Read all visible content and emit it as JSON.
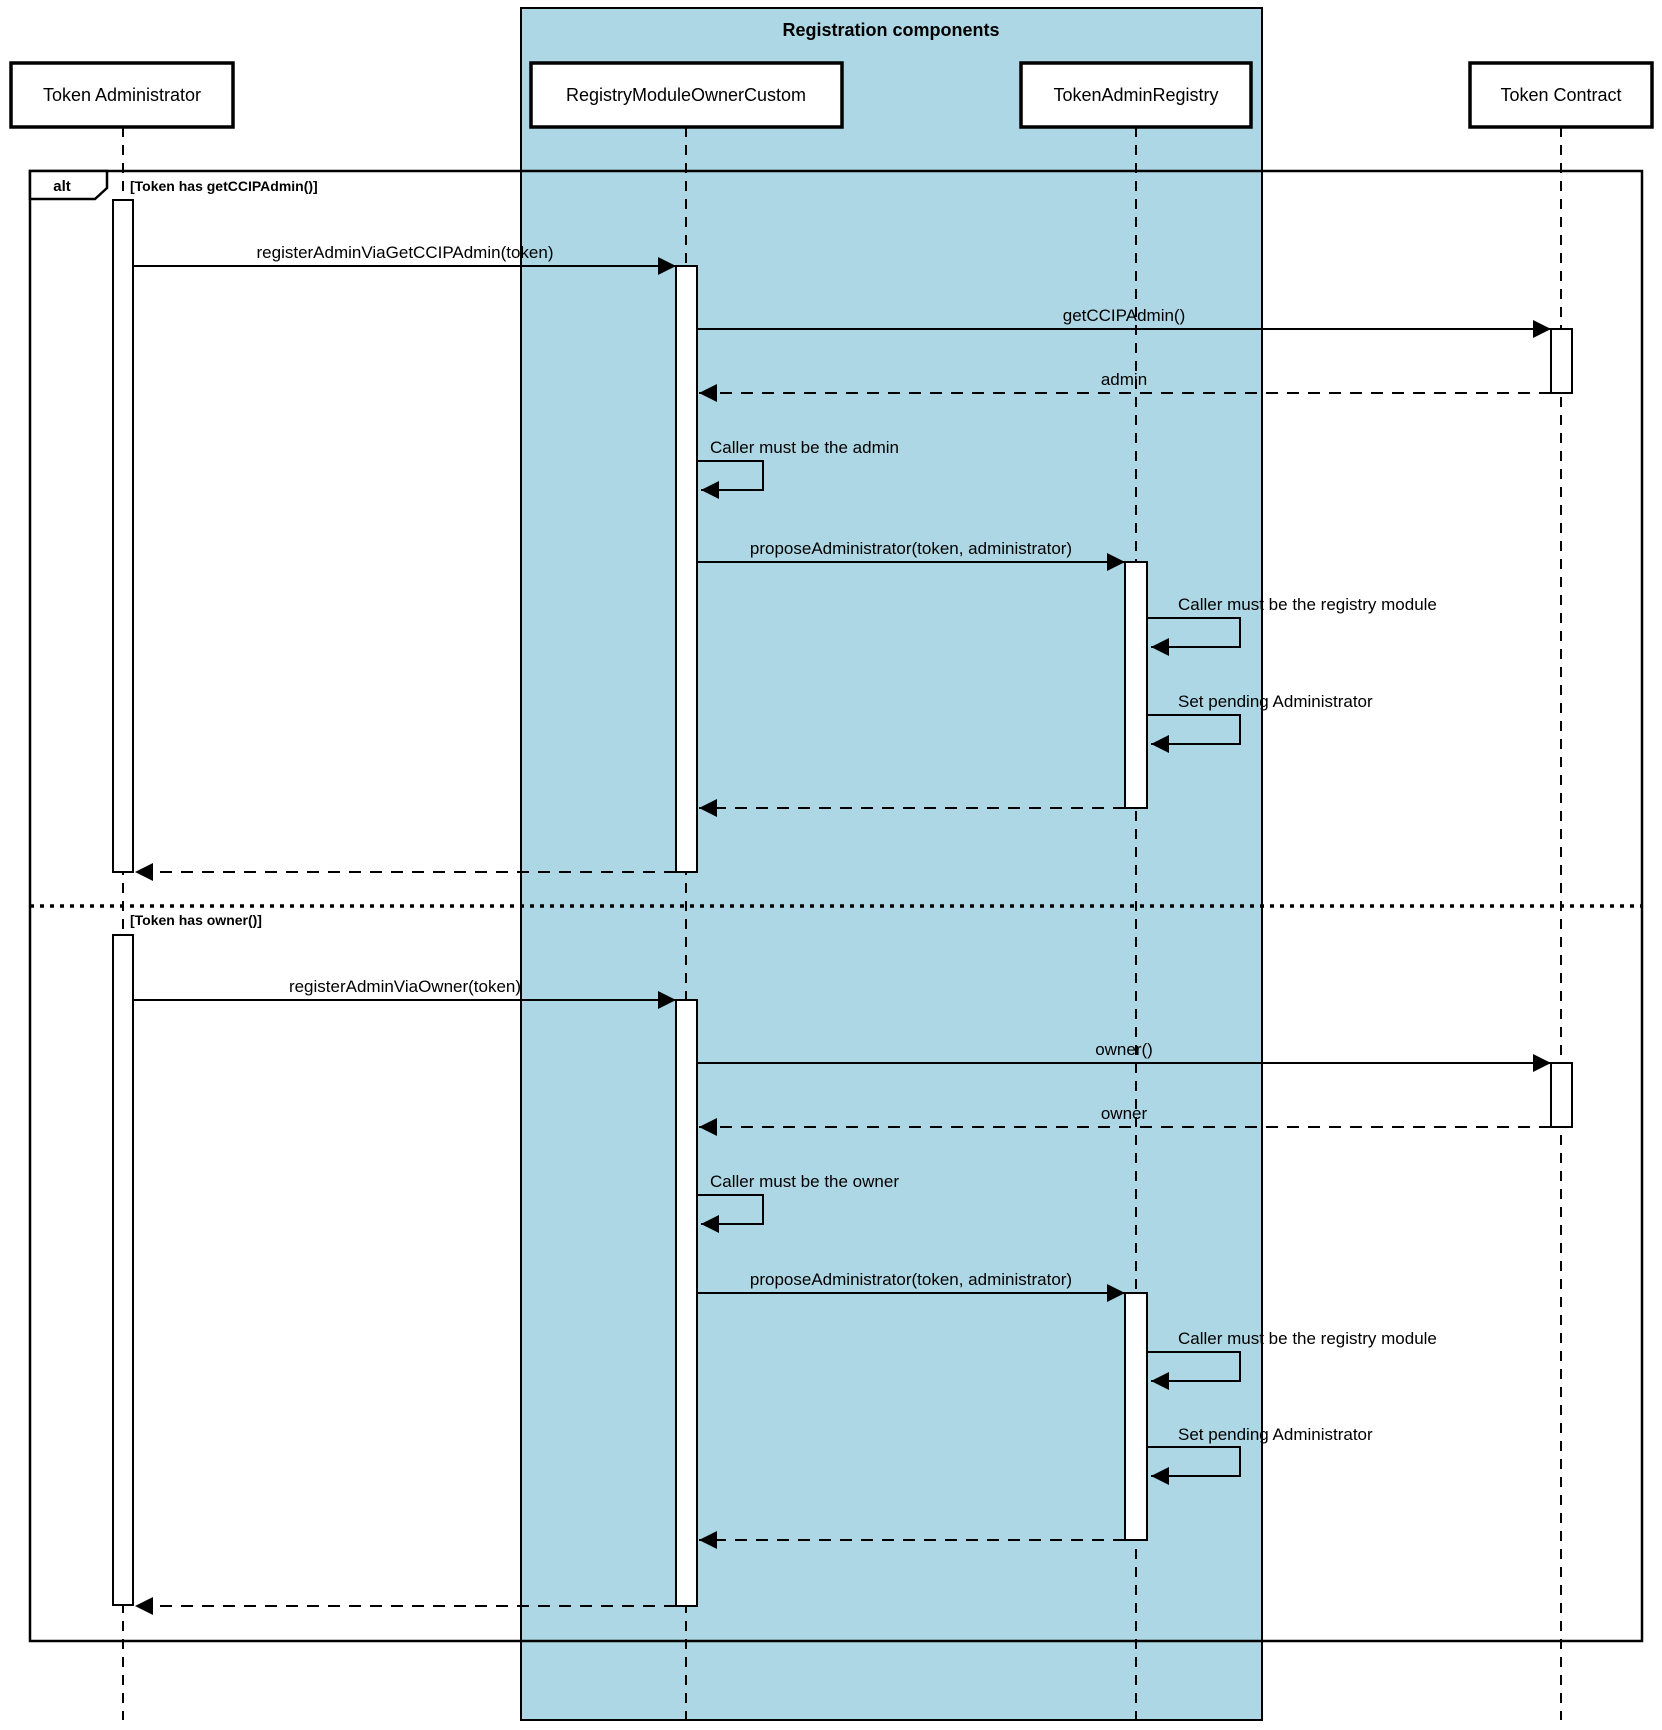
{
  "frame": {
    "title": "Registration components"
  },
  "participants": [
    {
      "label": "Token Administrator"
    },
    {
      "label": "RegistryModuleOwnerCustom"
    },
    {
      "label": "TokenAdminRegistry"
    },
    {
      "label": "Token Contract"
    }
  ],
  "fragment": {
    "operator": "alt",
    "guard1": "[Token has getCCIPAdmin()]",
    "guard2": "[Token has owner()]"
  },
  "messages": {
    "register_ccip": "registerAdminViaGetCCIPAdmin(token)",
    "get_ccip_admin": "getCCIPAdmin()",
    "admin_return": "admin",
    "caller_admin": "Caller must be the admin",
    "propose_admin_1": "proposeAdministrator(token, administrator)",
    "caller_registry_1": "Caller must be the registry module",
    "set_pending_1": "Set pending Administrator",
    "register_owner": "registerAdminViaOwner(token)",
    "owner_call": "owner()",
    "owner_return": "owner",
    "caller_owner": "Caller must be the owner",
    "propose_admin_2": "proposeAdministrator(token, administrator)",
    "caller_registry_2": "Caller must be the registry module",
    "set_pending_2": "Set pending Administrator"
  },
  "colors": {
    "frame_fill": "#ADD7E4",
    "line": "#000000",
    "activation_fill": "#FFFFFF"
  }
}
